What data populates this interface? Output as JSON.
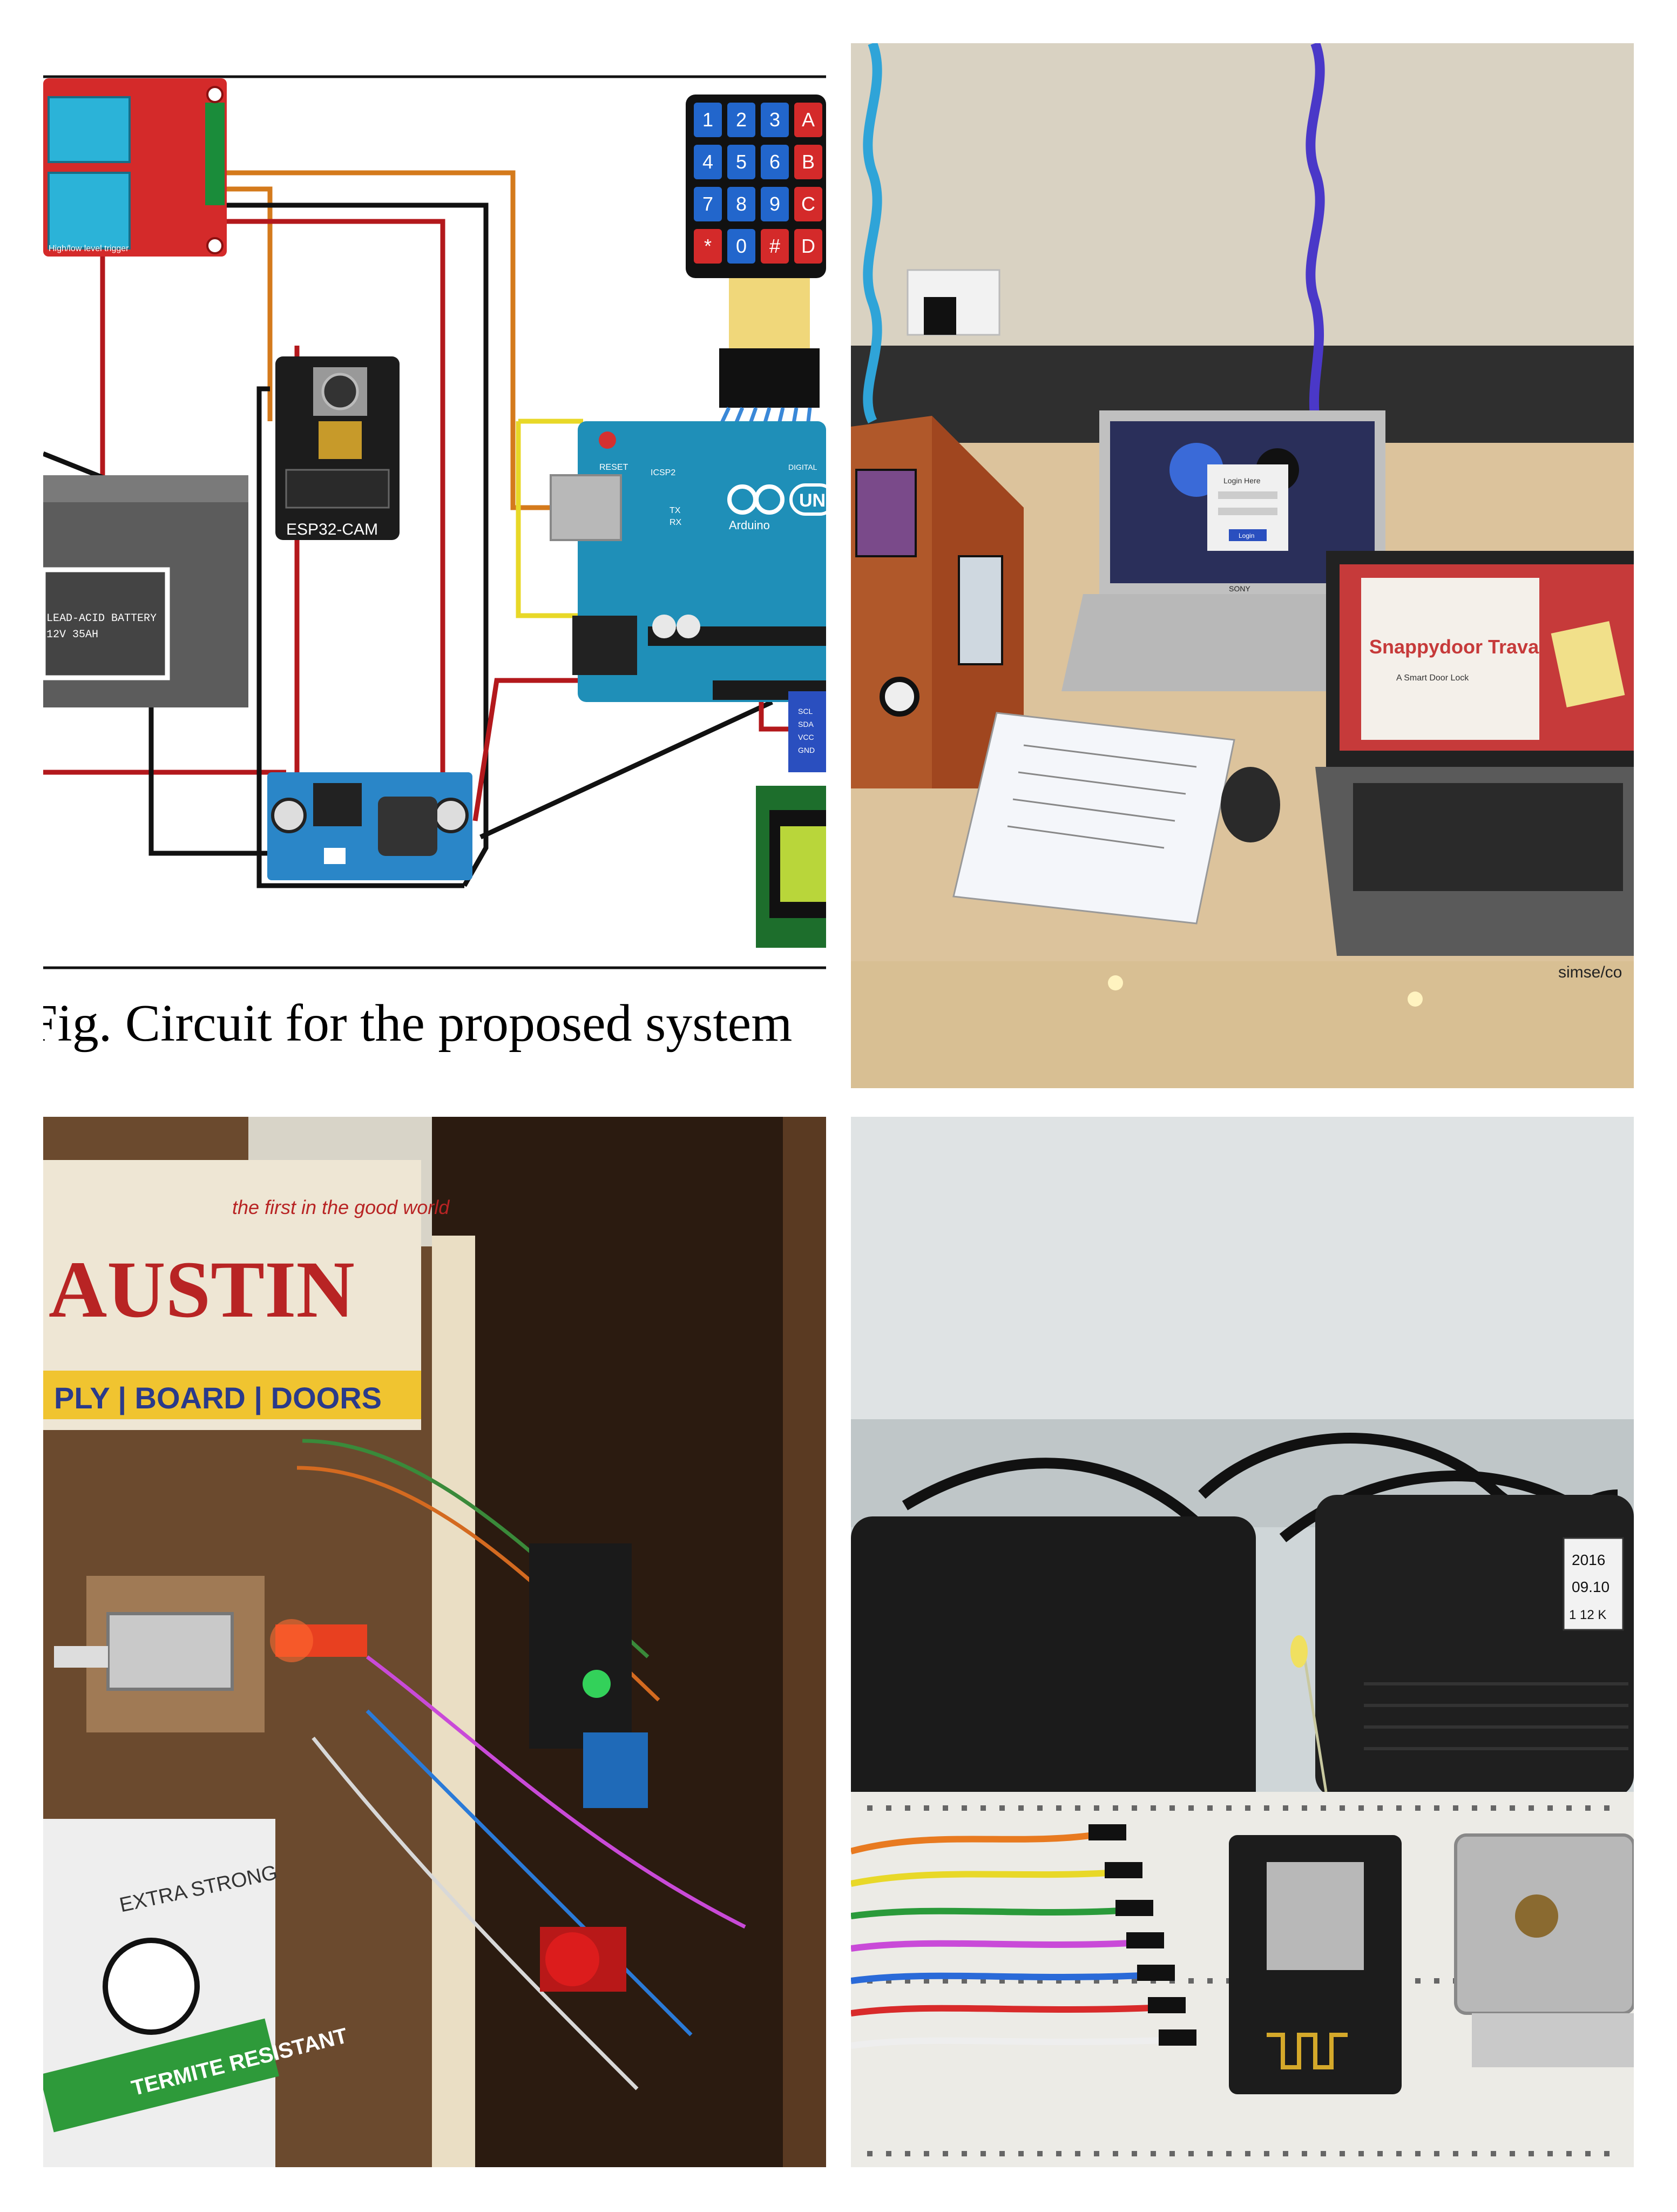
{
  "circuit_panel": {
    "caption": "Fig. Circuit for the proposed system",
    "relay_label": "High/low level trigger",
    "battery_label_line1": "LEAD-ACID BATTERY",
    "battery_label_line2": "12V 35AH",
    "camera_label": "ESP32-CAM",
    "arduino_brand": "Arduino",
    "arduino_model": "UNO",
    "arduino_reset": "RESET",
    "arduino_icsp": "ICSP2",
    "arduino_digital": "DIGITAL",
    "arduino_tx": "TX",
    "arduino_rx": "RX",
    "keypad_keys": [
      "1",
      "2",
      "3",
      "A",
      "4",
      "5",
      "6",
      "B",
      "7",
      "8",
      "9",
      "C",
      "*",
      "0",
      "#",
      "D"
    ],
    "i2c_pins": [
      "SCL",
      "SDA",
      "VCC",
      "GND"
    ]
  },
  "desk_panel": {
    "laptop_screen_title": "Snappydoor Trava",
    "laptop_screen_subtitle": "A Smart Door Lock",
    "login_heading": "Login Here",
    "login_button": "Login",
    "laptop_brand": "SONY",
    "box_corner_text": "simse/co"
  },
  "door_panel": {
    "sticker_brand": "AUSTIN",
    "sticker_tagline": "the first in the good world",
    "sticker_categories": "PLY | BOARD | DOORS",
    "label_strength": "EXTRA STRONG",
    "label_resistant": "TERMITE RESISTANT"
  },
  "parts_panel": {
    "adapter_sticker_lines": [
      "2016",
      "09.10",
      "1 12 K"
    ]
  },
  "colors": {
    "relay_red": "#d42a2a",
    "arduino_blue": "#1f8fb8",
    "keypad_blue": "#2266cc",
    "lcd_green": "#b9d63a",
    "wire_red": "#b3181c",
    "wire_orange": "#d47a1c",
    "wire_yellow": "#e8d828",
    "screen_red": "#c63a3a"
  }
}
